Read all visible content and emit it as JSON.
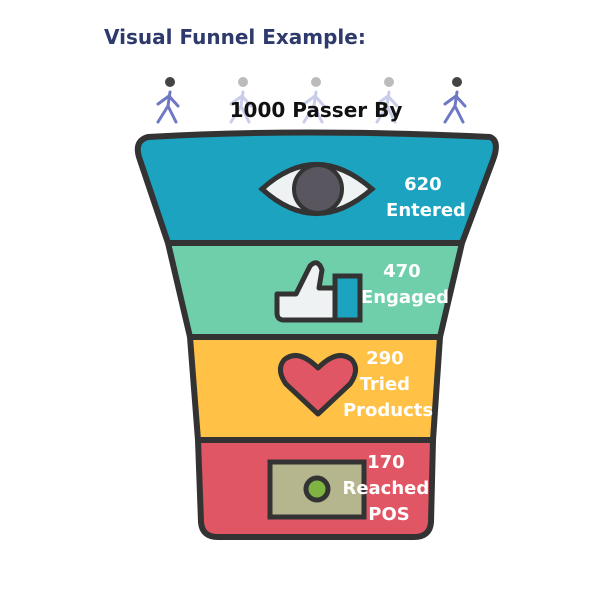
{
  "title": "Visual Funnel Example:",
  "top": {
    "value": "1000",
    "label": "Passer By"
  },
  "stages": [
    {
      "value": "620",
      "label_lines": [
        "Entered"
      ],
      "icon": "eye-icon",
      "color": "#1ba3bf"
    },
    {
      "value": "470",
      "label_lines": [
        "Engaged"
      ],
      "icon": "thumbs-up-icon",
      "color": "#6fcfab"
    },
    {
      "value": "290",
      "label_lines": [
        "Tried",
        "Products"
      ],
      "icon": "heart-icon",
      "color": "#ffc246"
    },
    {
      "value": "170",
      "label_lines": [
        "Reached",
        "POS"
      ],
      "icon": "cash-icon",
      "color": "#e05664"
    }
  ],
  "chart_data": {
    "type": "funnel",
    "categories": [
      "Passer By",
      "Entered",
      "Engaged",
      "Tried Products",
      "Reached POS"
    ],
    "values": [
      1000,
      620,
      470,
      290,
      170
    ]
  }
}
